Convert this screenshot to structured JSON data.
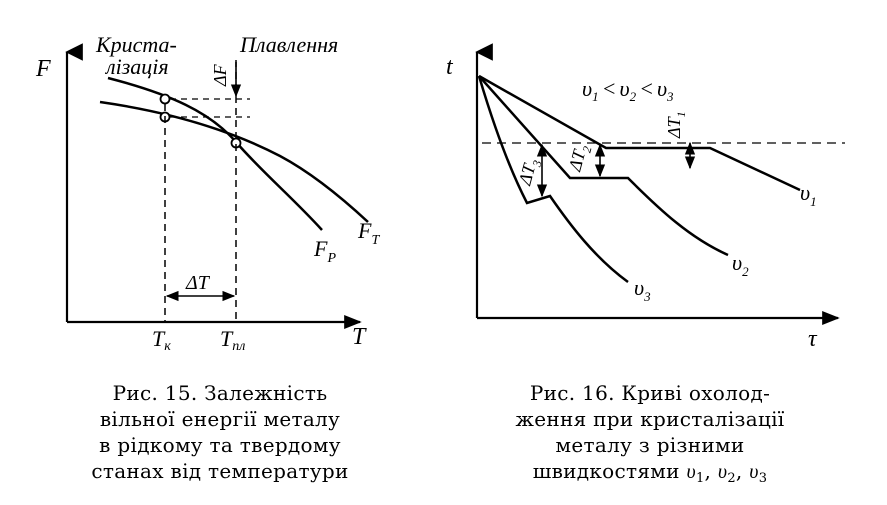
{
  "figure15": {
    "axis_y": "F",
    "axis_x": "T",
    "label_crystallization_1": "Криста-",
    "label_crystallization_2": "лізація",
    "label_melting": "Плавлення",
    "label_delta_f": "ΔF",
    "label_delta_t": "ΔT",
    "tick_tk": "T",
    "tick_tk_sub": "к",
    "tick_tpl": "T",
    "tick_tpl_sub": "пл",
    "curve_solid": "F",
    "curve_solid_sub": "T",
    "curve_liquid": "F",
    "curve_liquid_sub": "P",
    "caption": [
      "Рис. 15. Залежність",
      "вільної енергії металу",
      "в рідкому та твердому",
      "станах від температури"
    ]
  },
  "figure16": {
    "axis_y": "t",
    "axis_x": "τ",
    "relation": "υ1 < υ2 < υ3",
    "rel_v1": "υ",
    "rel_s1": "1",
    "rel_lt1": "<",
    "rel_v2": "υ",
    "rel_s2": "2",
    "rel_lt2": "<",
    "rel_v3": "υ",
    "rel_s3": "3",
    "dt1": "ΔT",
    "dt1_sub": "1",
    "dt2": "ΔT",
    "dt2_sub": "2",
    "dt3": "ΔT",
    "dt3_sub": "3",
    "curve_v1": "υ",
    "curve_v1_sub": "1",
    "curve_v2": "υ",
    "curve_v2_sub": "2",
    "curve_v3": "υ",
    "curve_v3_sub": "3",
    "caption_lines": [
      "Рис. 16. Криві охолод-",
      "ження при кристалізації",
      "металу з різними"
    ],
    "caption_last_prefix": "швидкостями ",
    "caption_v": "υ",
    "caption_s1": "1",
    "caption_s2": "2",
    "caption_s3": "3",
    "caption_sep": ", "
  }
}
